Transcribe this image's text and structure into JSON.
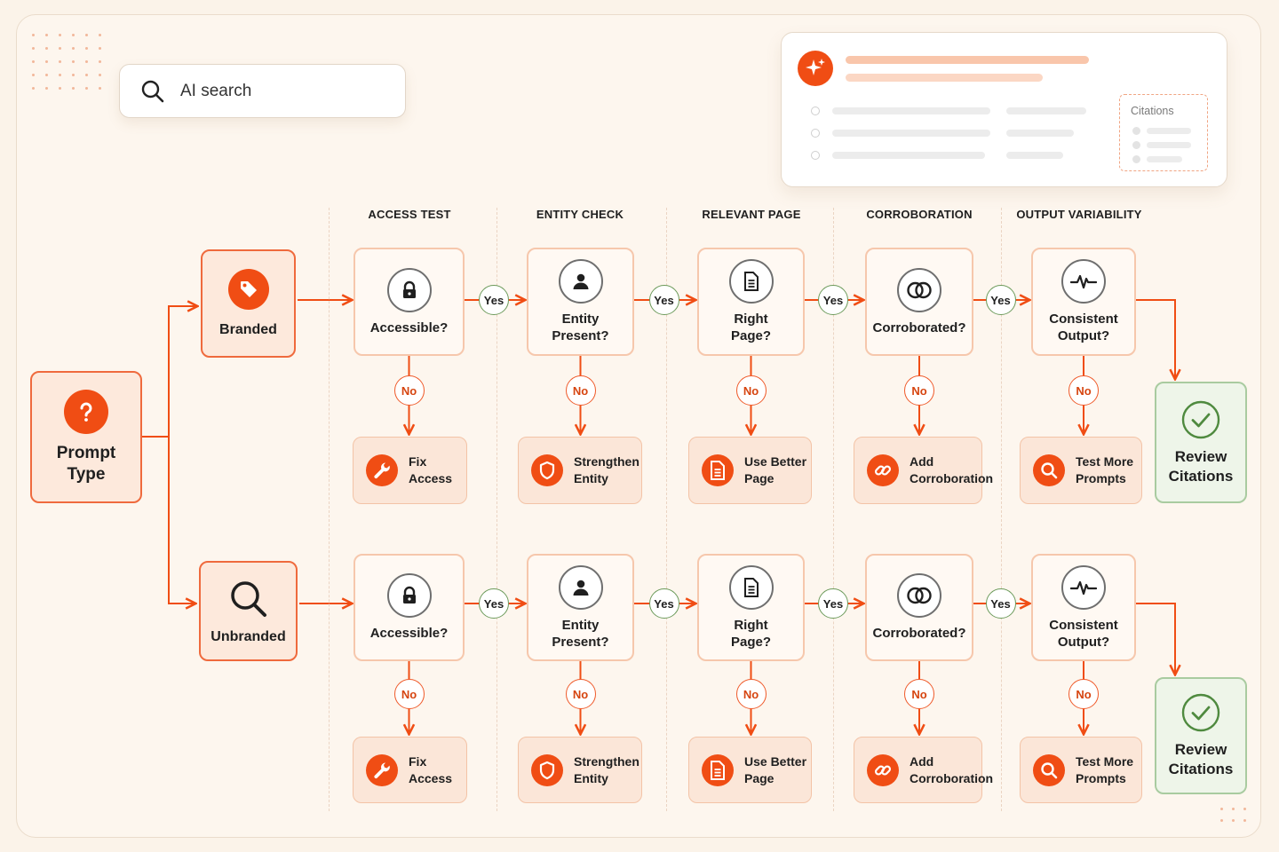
{
  "search": {
    "placeholder": "AI search",
    "icon": "magnifier"
  },
  "results_panel": {
    "badge_icon": "sparkle",
    "citations_label": "Citations"
  },
  "columns": [
    "ACCESS TEST",
    "ENTITY CHECK",
    "RELEVANT PAGE",
    "CORROBORATION",
    "OUTPUT VARIABILITY"
  ],
  "root": {
    "line1": "Prompt",
    "line2": "Type",
    "icon": "question-mark"
  },
  "branches": [
    {
      "label": "Branded",
      "icon": "tag",
      "checks": [
        {
          "line1": "Accessible?",
          "line2": "",
          "icon": "lock"
        },
        {
          "line1": "Entity",
          "line2": "Present?",
          "icon": "person"
        },
        {
          "line1": "Right",
          "line2": "Page?",
          "icon": "document"
        },
        {
          "line1": "Corroborated?",
          "line2": "",
          "icon": "overlapping-circles"
        },
        {
          "line1": "Consistent",
          "line2": "Output?",
          "icon": "pulse"
        }
      ],
      "actions": [
        {
          "line1": "Fix",
          "line2": "Access",
          "icon": "wrench"
        },
        {
          "line1": "Strengthen",
          "line2": "Entity",
          "icon": "shield"
        },
        {
          "line1": "Use Better",
          "line2": "Page",
          "icon": "document"
        },
        {
          "line1": "Add",
          "line2": "Corroboration",
          "icon": "link"
        },
        {
          "line1": "Test More",
          "line2": "Prompts",
          "icon": "search"
        }
      ],
      "final": {
        "line1": "Review",
        "line2": "Citations",
        "icon": "check"
      }
    },
    {
      "label": "Unbranded",
      "icon": "magnifier",
      "checks": [
        {
          "line1": "Accessible?",
          "line2": "",
          "icon": "lock"
        },
        {
          "line1": "Entity",
          "line2": "Present?",
          "icon": "person"
        },
        {
          "line1": "Right",
          "line2": "Page?",
          "icon": "document"
        },
        {
          "line1": "Corroborated?",
          "line2": "",
          "icon": "overlapping-circles"
        },
        {
          "line1": "Consistent",
          "line2": "Output?",
          "icon": "pulse"
        }
      ],
      "actions": [
        {
          "line1": "Fix",
          "line2": "Access",
          "icon": "wrench"
        },
        {
          "line1": "Strengthen",
          "line2": "Entity",
          "icon": "shield"
        },
        {
          "line1": "Use Better",
          "line2": "Page",
          "icon": "document"
        },
        {
          "line1": "Add",
          "line2": "Corroboration",
          "icon": "link"
        },
        {
          "line1": "Test More",
          "line2": "Prompts",
          "icon": "search"
        }
      ],
      "final": {
        "line1": "Review",
        "line2": "Citations",
        "icon": "check"
      }
    }
  ],
  "edge_labels": {
    "yes": "Yes",
    "no": "No"
  },
  "colors": {
    "accent": "#f04d14",
    "accent_soft": "#fde9dc",
    "success": "#6b9a5a",
    "background": "#fbf3e9"
  }
}
